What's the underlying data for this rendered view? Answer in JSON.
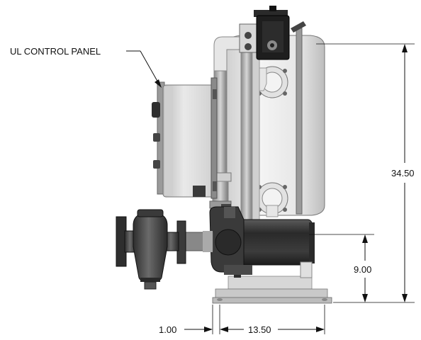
{
  "callout": {
    "label": "UL CONTROL PANEL"
  },
  "dimensions": {
    "total_height": "34.50",
    "pump_height": "9.00",
    "base_offset": "1.00",
    "base_width": "13.50"
  },
  "colors": {
    "frame": "#6a6a6a",
    "tank": "#e8e8e8",
    "pump": "#3a3a3a",
    "strainer": "#4a4a4a",
    "panel": "#dcdcdc",
    "base": "#cfcfcf"
  }
}
